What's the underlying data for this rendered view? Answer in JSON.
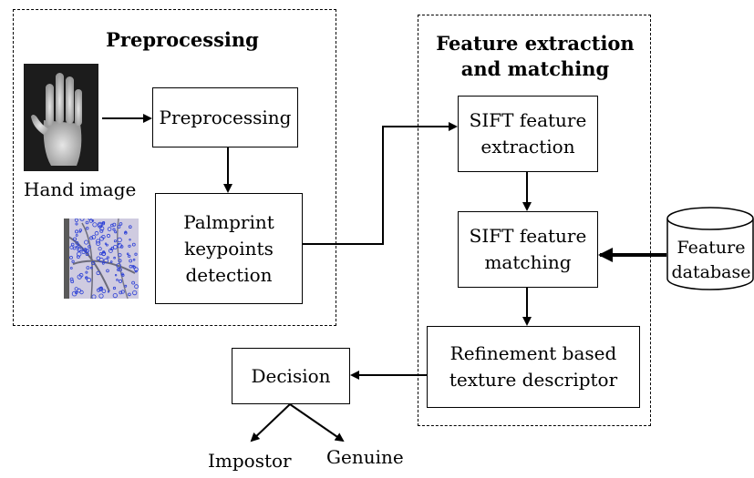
{
  "groups": {
    "preprocessing_title": "Preprocessing",
    "feature_title": "Feature extraction\nand matching"
  },
  "nodes": {
    "preprocessing": "Preprocessing",
    "keypoints": "Palmprint\nkeypoints\ndetection",
    "sift_extraction": "SIFT feature\nextraction",
    "sift_matching": "SIFT feature\nmatching",
    "refinement": "Refinement based\ntexture descriptor",
    "decision": "Decision",
    "database": "Feature\ndatabase"
  },
  "labels": {
    "hand_image": "Hand image",
    "impostor": "Impostor",
    "genuine": "Genuine"
  },
  "images": {
    "hand_image": "hand-photo",
    "keypoint_image": "palm-keypoints-photo"
  }
}
